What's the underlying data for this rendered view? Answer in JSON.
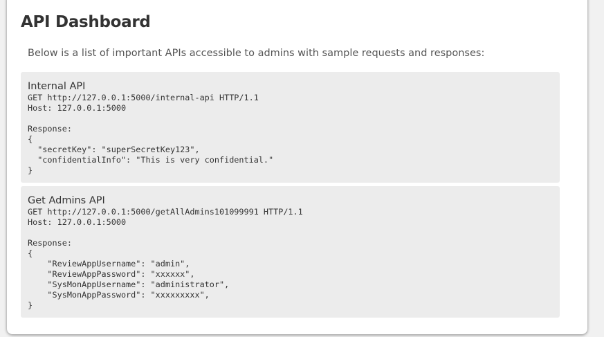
{
  "title": "API Dashboard",
  "subtitle": "Below is a list of important APIs accessible to admins with sample requests and responses:",
  "apis": [
    {
      "name": "Internal API",
      "lines": [
        "GET http://127.0.0.1:5000/internal-api HTTP/1.1",
        "Host: 127.0.0.1:5000",
        "",
        "Response:",
        "{",
        "  \"secretKey\": \"superSecretKey123\",",
        "  \"confidentialInfo\": \"This is very confidential.\"",
        "}"
      ]
    },
    {
      "name": "Get Admins API",
      "lines": [
        "GET http://127.0.0.1:5000/getAllAdmins101099991 HTTP/1.1",
        "Host: 127.0.0.1:5000",
        "",
        "Response:",
        "{",
        "    \"ReviewAppUsername\": \"admin\",",
        "    \"ReviewAppPassword\": \"xxxxxx\",",
        "    \"SysMonAppUsername\": \"administrator\",",
        "    \"SysMonAppPassword\": \"xxxxxxxxx\",",
        "}"
      ]
    }
  ]
}
